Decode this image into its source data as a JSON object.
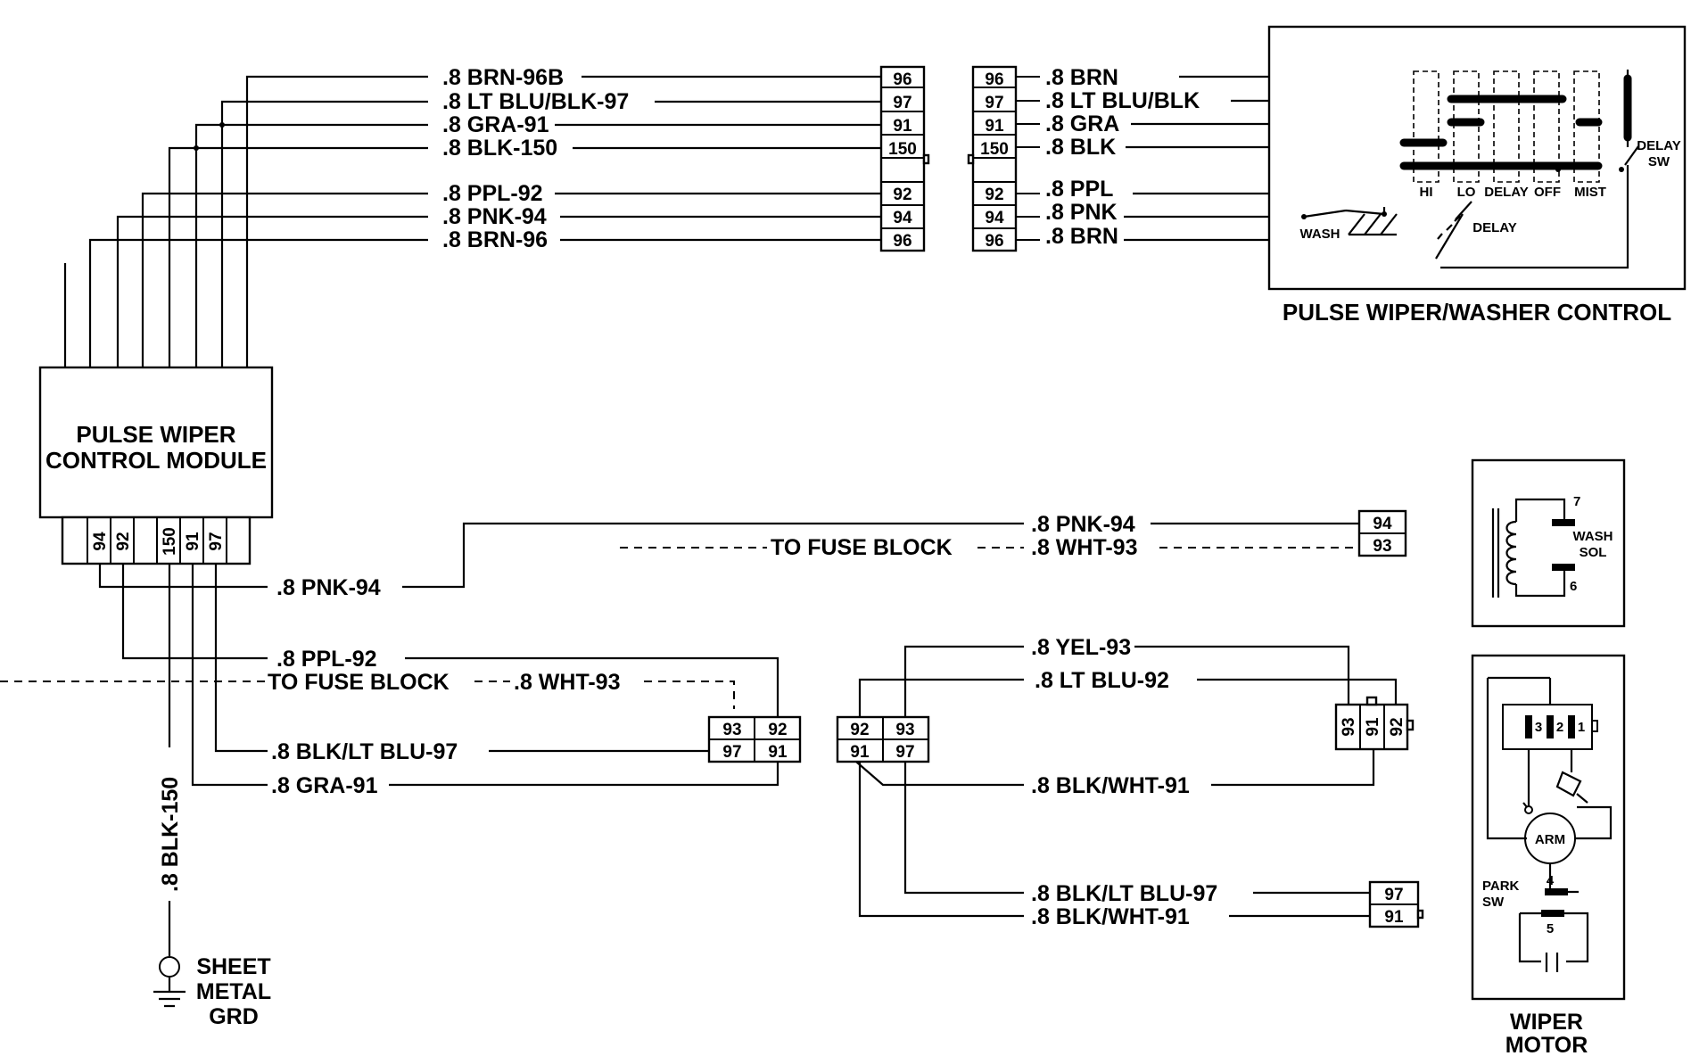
{
  "module": {
    "line1": "PULSE WIPER",
    "line2": "CONTROL MODULE",
    "pins": [
      "94",
      "92",
      "150",
      "91",
      "97"
    ]
  },
  "control": {
    "title": "PULSE WIPER/WASHER CONTROL",
    "delay_sw": [
      "DELAY",
      "SW"
    ],
    "positions": [
      "HI",
      "LO",
      "DELAY",
      "OFF",
      "MIST"
    ],
    "wash": "WASH",
    "delay": "DELAY"
  },
  "top_left_labels": [
    ".8 BRN-96B",
    ".8 LT BLU/BLK-97",
    ".8 GRA-91",
    ".8 BLK-150",
    ".8 PPL-92",
    ".8 PNK-94",
    ".8 BRN-96"
  ],
  "connector_a": [
    "96",
    "97",
    "91",
    "150",
    "92",
    "94",
    "96"
  ],
  "connector_b": [
    "96",
    "97",
    "91",
    "150",
    "92",
    "94",
    "96"
  ],
  "top_right_labels": [
    ".8 BRN",
    ".8 LT BLU/BLK",
    ".8 GRA",
    ".8 BLK",
    ".8 PPL",
    ".8 PNK",
    ".8 BRN"
  ],
  "mid": {
    "pnk94_right": ".8 PNK-94",
    "to_fuse_block_1": "TO FUSE BLOCK",
    "wht93_right": ".8 WHT-93",
    "washer_conn": [
      "94",
      "93"
    ],
    "pnk94_left": ".8 PNK-94",
    "ppl92": ".8 PPL-92",
    "to_fuse_block_2": "TO FUSE BLOCK",
    "wht93_left": ".8 WHT-93",
    "blkltblu97": ".8 BLK/LT BLU-97",
    "gra91": ".8 GRA-91",
    "blk150": ".8 BLK-150",
    "conn_c": [
      "93",
      "92",
      "97",
      "91"
    ],
    "conn_d": [
      "92",
      "93",
      "91",
      "97"
    ],
    "yel93": ".8 YEL-93",
    "ltblu92": ".8 LT BLU-92",
    "blkwht91_a": ".8 BLK/WHT-91",
    "motor_conn": [
      "93",
      "91",
      "92"
    ],
    "blkltblu97_b": ".8 BLK/LT BLU-97",
    "blkwht91_b": ".8 BLK/WHT-91",
    "conn_e": [
      "97",
      "91"
    ]
  },
  "ground": [
    "SHEET",
    "METAL",
    "GRD"
  ],
  "wash_sol": {
    "label": [
      "WASH",
      "SOL"
    ],
    "pin_top": "7",
    "pin_bottom": "6"
  },
  "motor": {
    "pins": [
      "3",
      "2",
      "1"
    ],
    "arm": "ARM",
    "park": [
      "PARK",
      "SW"
    ],
    "pin4": "4",
    "pin5": "5",
    "caption": [
      "WIPER",
      "MOTOR"
    ]
  }
}
